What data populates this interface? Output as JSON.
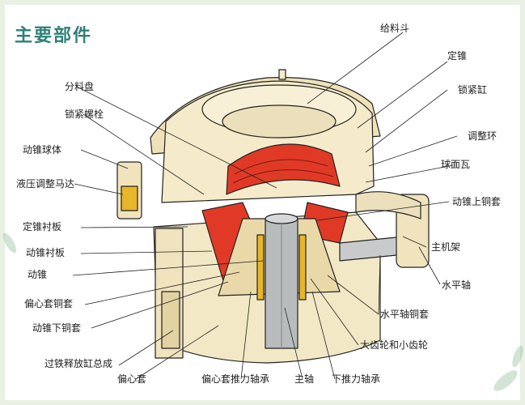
{
  "title": "主要部件",
  "labels": {
    "feed_hopper": "给料斗",
    "fixed_cone": "定锥",
    "locking_cylinder": "锁紧缸",
    "adjusting_ring": "调整环",
    "spherical_bearing": "球面瓦",
    "moving_cone_upper_bushing": "动锥上铜套",
    "main_frame": "主机架",
    "horizontal_shaft": "水平轴",
    "horizontal_shaft_bushing": "水平轴铜套",
    "gear_pair": "大齿轮和小齿轮",
    "lower_thrust_bearing": "下推力轴承",
    "main_shaft": "主轴",
    "eccentric_thrust_bearing": "偏心套推力轴承",
    "eccentric_sleeve": "偏心套",
    "tramp_release_cylinder": "过铁释放缸总成",
    "moving_cone_lower_bushing": "动锥下铜套",
    "eccentric_bushing": "偏心套铜套",
    "moving_cone": "动锥",
    "moving_cone_liner": "动锥衬板",
    "fixed_cone_liner": "定锥衬板",
    "hydraulic_motor": "液压调整马达",
    "moving_cone_ball": "动锥球体",
    "locking_bolt": "锁紧螺栓",
    "distribution_plate": "分料盘"
  },
  "colors": {
    "title": "#2f8076",
    "body": "#f3e8c6",
    "body_dark": "#d9c796",
    "liner_red": "#e03a26",
    "shaft_gray": "#b9bcbd",
    "outline": "#222222",
    "accent_yellow": "#e7b62a"
  }
}
